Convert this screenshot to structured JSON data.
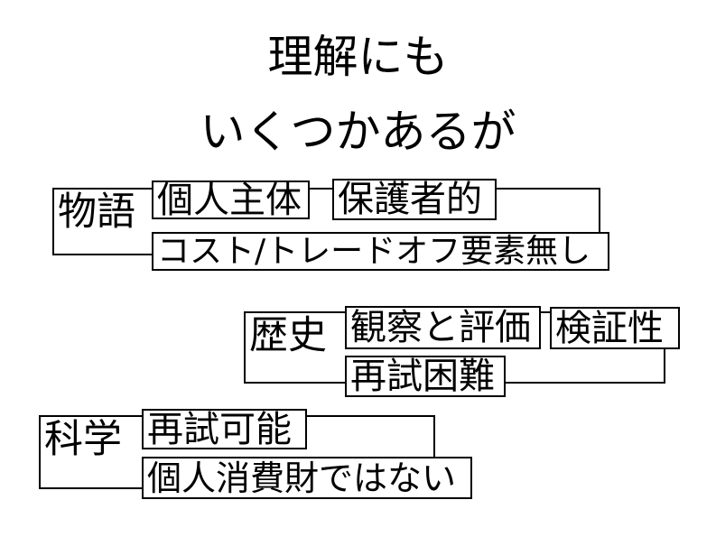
{
  "title": {
    "line1": "理解にも",
    "line2": "いくつかあるが"
  },
  "groups": [
    {
      "label": "物語",
      "boxes": [
        "個人主体",
        "保護者的",
        "コスト/トレードオフ要素無し"
      ]
    },
    {
      "label": "歴史",
      "boxes": [
        "観察と評価",
        "検証性",
        "再試困難"
      ]
    },
    {
      "label": "科学",
      "boxes": [
        "再試可能",
        "個人消費財ではない"
      ]
    }
  ],
  "colors": {
    "background": "#ffffff",
    "text": "#000000",
    "border": "#000000"
  }
}
